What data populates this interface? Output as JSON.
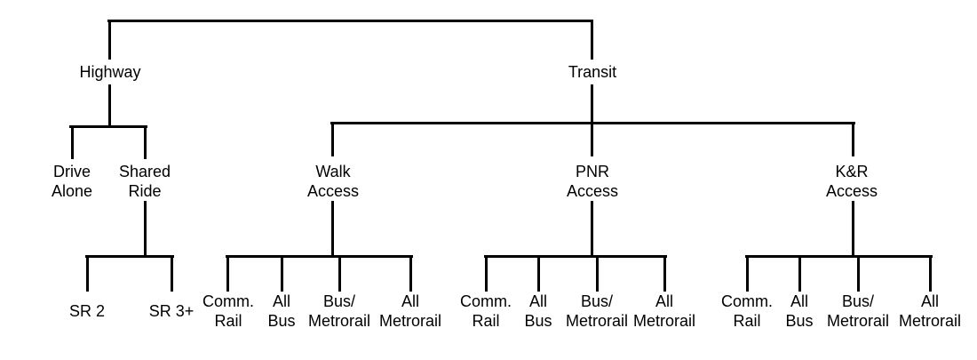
{
  "colors": {
    "background": "#ffffff",
    "line": "#000000",
    "text": "#000000"
  },
  "tree": {
    "highway": {
      "label": "Highway",
      "drive_alone": {
        "label": "Drive\nAlone"
      },
      "shared_ride": {
        "label": "Shared\nRide",
        "sr2": {
          "label": "SR 2"
        },
        "sr3plus": {
          "label": "SR 3+"
        }
      }
    },
    "transit": {
      "label": "Transit",
      "walk_access": {
        "label": "Walk\nAccess",
        "leaves": [
          "Comm.\nRail",
          "All\nBus",
          "Bus/\nMetrorail",
          "All\nMetrorail"
        ]
      },
      "pnr_access": {
        "label": "PNR\nAccess",
        "leaves": [
          "Comm.\nRail",
          "All\nBus",
          "Bus/\nMetrorail",
          "All\nMetrorail"
        ]
      },
      "knr_access": {
        "label": "K&R\nAccess",
        "leaves": [
          "Comm.\nRail",
          "All\nBus",
          "Bus/\nMetrorail",
          "All\nMetrorail"
        ]
      }
    }
  }
}
